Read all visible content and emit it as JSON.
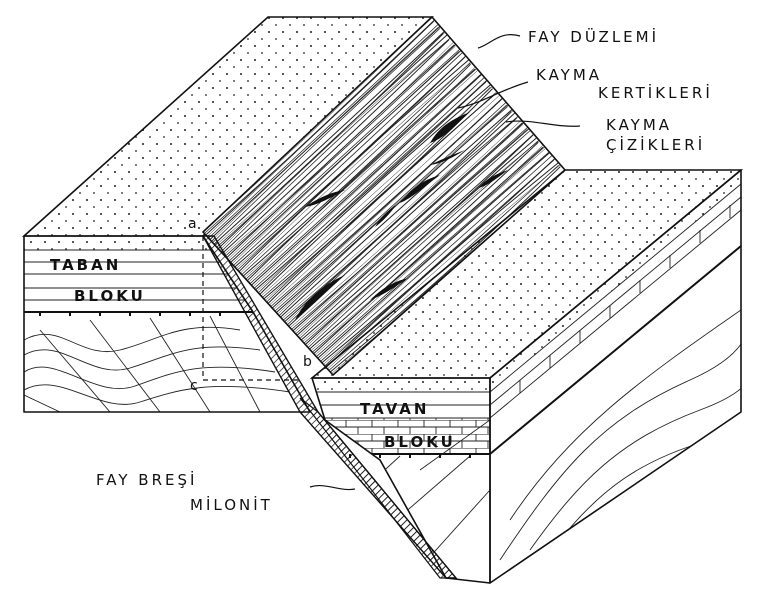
{
  "labels": {
    "fault_plane": "FAY DÜZLEMİ",
    "slip_notches_1": "KAYMA",
    "slip_notches_2": "KERTİKLERİ",
    "slip_striations_1": "KAYMA",
    "slip_striations_2": "ÇİZİKLERİ",
    "footwall_1": "TABAN",
    "footwall_2": "BLOKU",
    "hangingwall_1": "TAVAN",
    "hangingwall_2": "BLOKU",
    "fault_breccia": "FAY BREŞİ",
    "mylonite": "MİLONİT"
  },
  "points": {
    "a": "a",
    "b": "b",
    "c": "c"
  },
  "colors": {
    "ink": "#111111",
    "paper": "#ffffff"
  }
}
